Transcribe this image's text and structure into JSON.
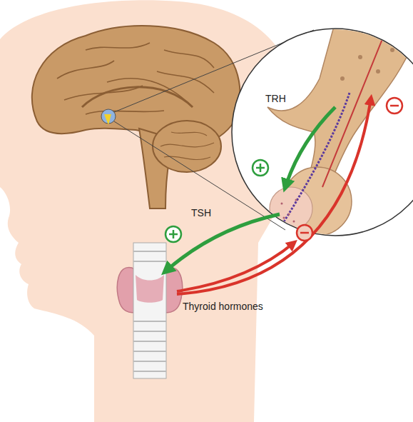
{
  "diagram": {
    "labels": [
      "TRH",
      "TSH",
      "Thyroid hormones"
    ]
  }
}
